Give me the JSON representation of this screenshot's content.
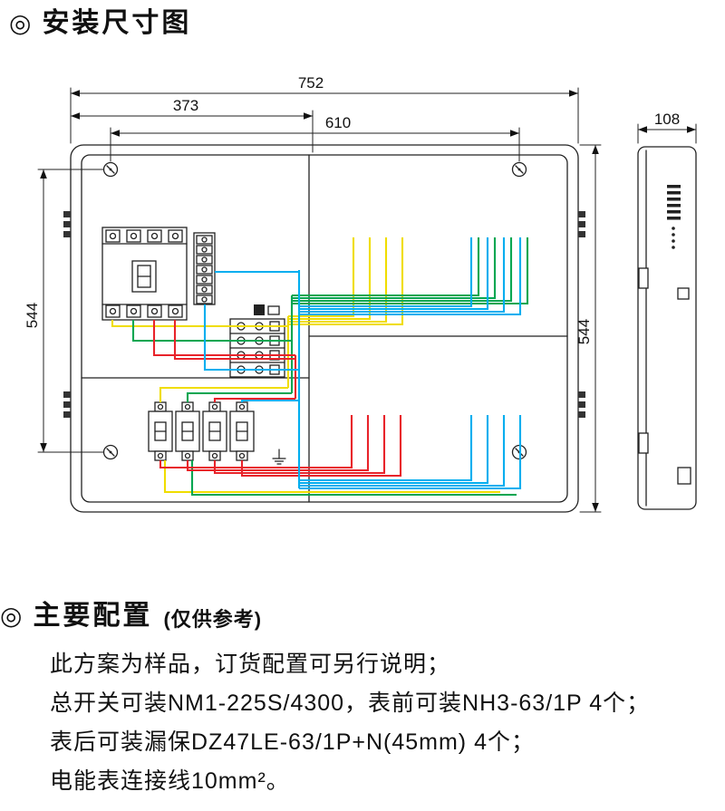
{
  "headings": {
    "section1_icon": "◎",
    "section1_title": "安装尺寸图",
    "section2_icon": "◎",
    "section2_title": "主要配置",
    "section2_note": "(仅供参考)"
  },
  "dimensions": {
    "overall_width": "752",
    "left_partial_width": "373",
    "mounting_hole_width": "610",
    "mounting_hole_height": "544",
    "overall_height": "544",
    "depth": "108"
  },
  "config": {
    "lines": [
      "此方案为样品，订货配置可另行说明；",
      "总开关可装NM1-225S/4300，表前可装NH3-63/1P 4个；",
      "表后可装漏保DZ47LE-63/1P+N(45mm) 4个；",
      "电能表连接线10mm²。"
    ]
  },
  "colors": {
    "wire_yellow": "#f0dd00",
    "wire_green": "#00a651",
    "wire_red": "#e8232a",
    "wire_blue": "#00aeef",
    "line": "#222222"
  }
}
